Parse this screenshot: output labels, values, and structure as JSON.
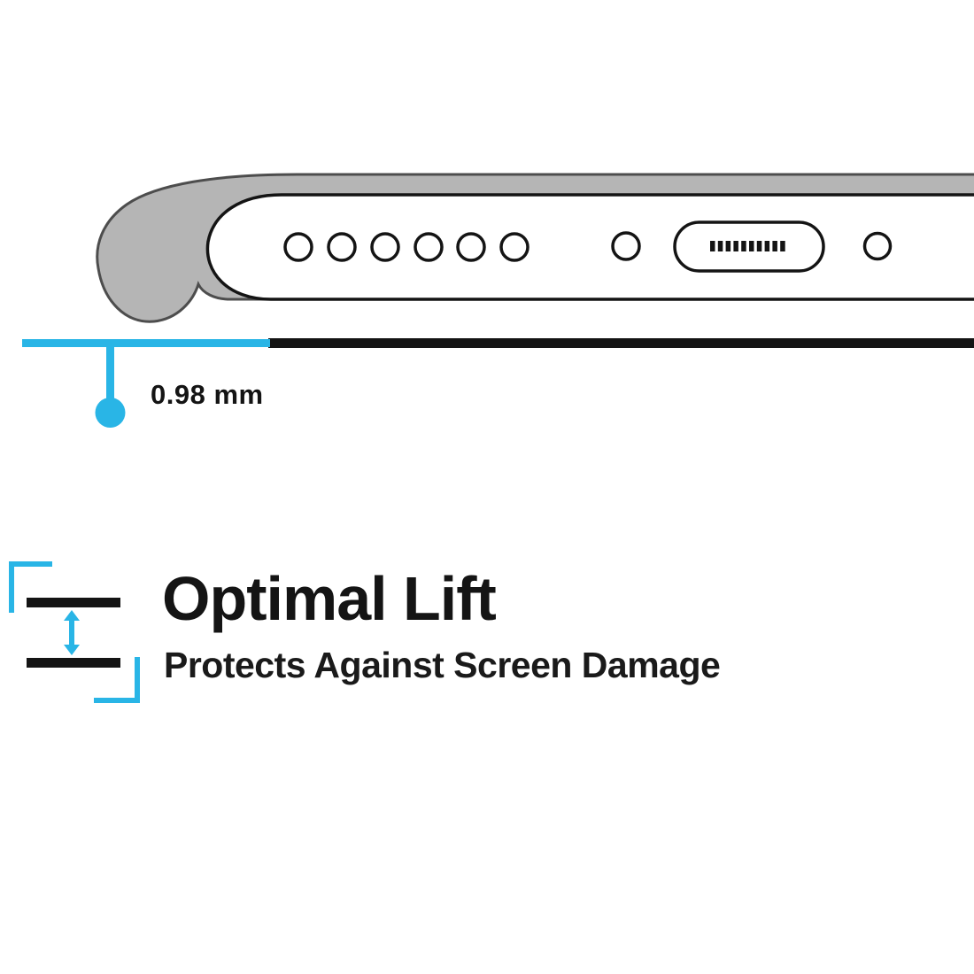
{
  "diagram": {
    "name": "phone-case-bottom-edge",
    "measurement_label": "0.98 mm",
    "speaker_hole_count": 6,
    "port_pin_count": 10,
    "elements": [
      "case-lip",
      "phone-body",
      "speaker-holes",
      "screw-hole-left",
      "charging-port",
      "screw-hole-right",
      "surface-line",
      "lift-gap-line",
      "measurement-pointer"
    ]
  },
  "feature": {
    "title": "Optimal Lift",
    "subtitle": "Protects Against Screen Damage"
  },
  "colors": {
    "accent": "#29B5E6",
    "ink": "#141414",
    "case_gray": "#b5b5b5",
    "case_outline": "#4d4d4d",
    "background": "#ffffff"
  }
}
